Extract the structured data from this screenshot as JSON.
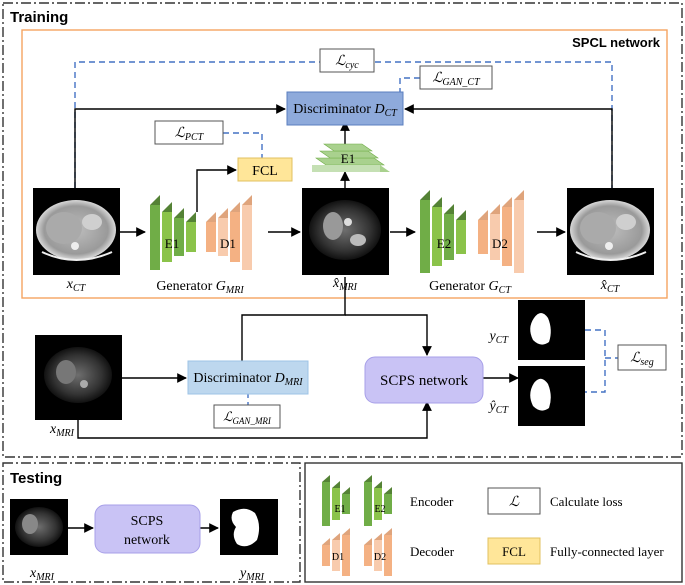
{
  "sections": {
    "training": "Training",
    "testing": "Testing",
    "spcl_network": "SPCL network"
  },
  "modules": {
    "discriminator_ct_prefix": "Discriminator ",
    "discriminator_ct_var": "D",
    "discriminator_ct_sub": "CT",
    "discriminator_mri_prefix": "Discriminator ",
    "discriminator_mri_var": "D",
    "discriminator_mri_sub": "MRI",
    "fcl": "FCL",
    "e1": "E1",
    "d1": "D1",
    "e2": "E2",
    "d2": "D2",
    "generator_mri_prefix": "Generator ",
    "generator_mri_var": "G",
    "generator_mri_sub": "MRI",
    "generator_ct_prefix": "Generator ",
    "generator_ct_var": "G",
    "generator_ct_sub": "CT",
    "scps_network": "SCPS network",
    "scps_test_line1": "SCPS",
    "scps_test_line2": "network"
  },
  "losses": {
    "symbol": "ℒ",
    "cyc": "cyc",
    "gan_ct": "GAN_CT",
    "pct": "PCT",
    "gan_mri": "GAN_MRI",
    "seg": "seg"
  },
  "image_labels": {
    "x_ct_var": "x",
    "x_ct_sub": "CT",
    "xhat_mri_var": "x̂",
    "xhat_mri_sub": "MRI",
    "xhat_ct_var": "x̂",
    "xhat_ct_sub": "CT",
    "x_mri_var": "x",
    "x_mri_sub": "MRI",
    "y_ct_var": "y",
    "y_ct_sub": "CT",
    "yhat_ct_var": "ŷ",
    "yhat_ct_sub": "CT",
    "test_x_mri_var": "x",
    "test_x_mri_sub": "MRI",
    "test_y_mri_var": "y",
    "test_y_mri_sub": "MRI"
  },
  "legend": {
    "encoder": "Encoder",
    "decoder": "Decoder",
    "loss_symbol": "ℒ",
    "calculate_loss": "Calculate loss",
    "fcl": "FCL",
    "fully_connected": "Fully-connected layer",
    "e1": "E1",
    "e2": "E2",
    "d1": "D1",
    "d2": "D2"
  },
  "colors": {
    "discriminator_fill": "#8eaadb",
    "discriminator_mri_fill": "#bdd7ee",
    "fcl_fill": "#ffe699",
    "scps_fill": "#c9c3f5",
    "encoder_green": "#70ad47",
    "decoder_orange": "#f4b183",
    "spcl_border": "#f4a460",
    "dashed_blue": "#4472c4"
  }
}
